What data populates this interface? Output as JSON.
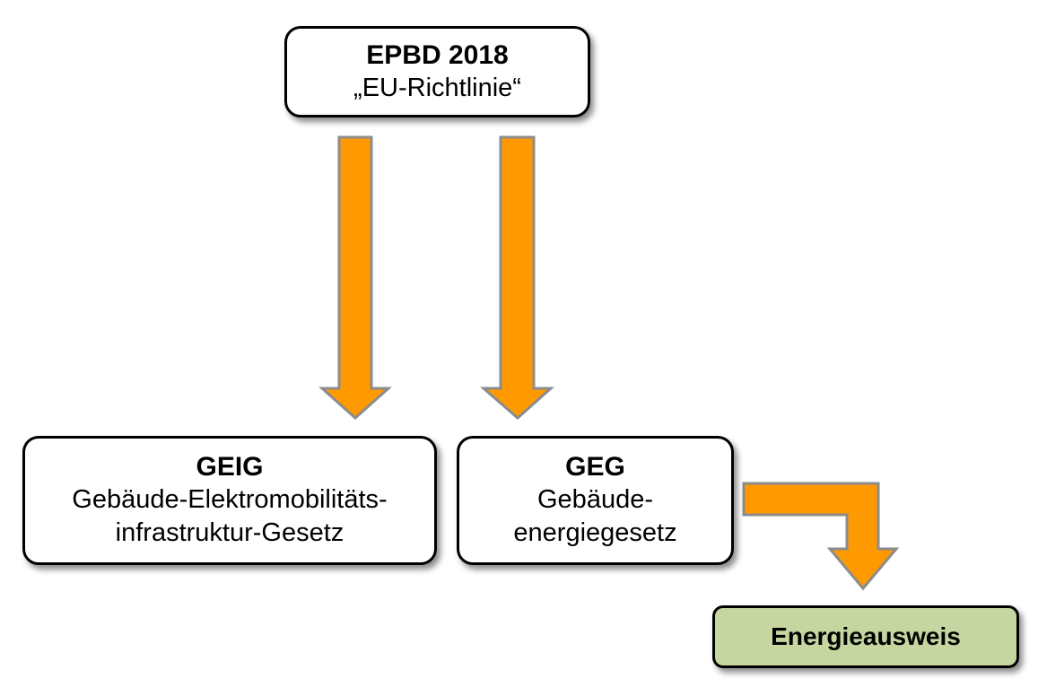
{
  "nodes": {
    "epbd": {
      "title": "EPBD 2018",
      "subtitle": "„EU-Richtlinie“"
    },
    "geig": {
      "title": "GEIG",
      "line1": "Gebäude-Elektromobilitäts-",
      "line2": "infrastruktur-Gesetz"
    },
    "geg": {
      "title": "GEG",
      "line1": "Gebäude-",
      "line2": "energiegesetz"
    },
    "energieausweis": {
      "title": "Energieausweis"
    }
  },
  "edges": [
    {
      "from": "EPBD 2018",
      "to": "GEIG"
    },
    {
      "from": "EPBD 2018",
      "to": "GEG"
    },
    {
      "from": "GEG",
      "to": "Energieausweis"
    }
  ],
  "colors": {
    "arrow_fill": "#ff9900",
    "arrow_stroke": "#8c8c8c",
    "box_border": "#000000",
    "energieausweis_fill": "#c5d6a0"
  }
}
